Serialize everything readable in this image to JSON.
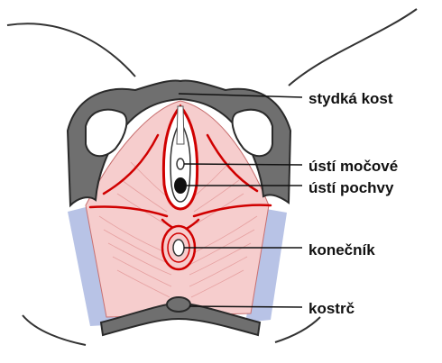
{
  "labels": {
    "pubic_bone": "stydká kost",
    "urethral_opening": "ústí močové",
    "vaginal_opening": "ústí pochvy",
    "rectum": "konečník",
    "coccyx": "kostrč"
  },
  "colors": {
    "bone": "#6f6f6f",
    "bone_outline": "#2a2a2a",
    "muscle": "#f6cdcd",
    "muscle_line": "#e07a7a",
    "vessel": "#d00000",
    "side_tissue": "#b8c3e6",
    "leader": "#111111"
  }
}
